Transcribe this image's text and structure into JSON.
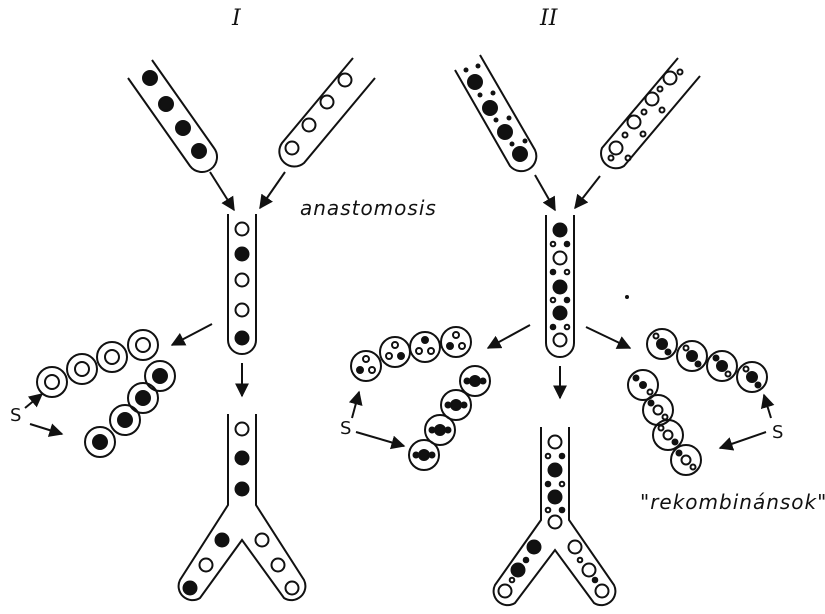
{
  "panels": [
    {
      "label": "I"
    },
    {
      "label": "II"
    }
  ],
  "labels": {
    "anastomosis": "anastomosis",
    "recombinants": "\"rekombinánsok\"",
    "s": "S"
  },
  "colors": {
    "ink": "#111111",
    "paper": "#ffffff"
  }
}
